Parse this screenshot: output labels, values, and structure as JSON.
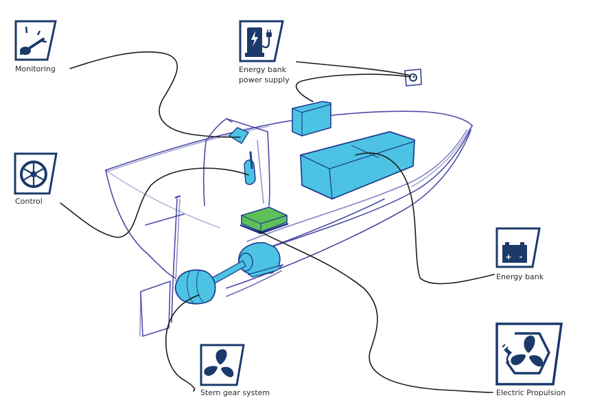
{
  "title": "Electric boat system sketch",
  "colors": {
    "icon_navy": "#1b3a6b",
    "component_cyan": "#4cc3e3",
    "component_cyan_dark": "#1f6fb0",
    "component_green": "#5dc05a",
    "sketch_purple": "#4a4aa8",
    "leader_line": "#1a1a1a"
  },
  "callouts": [
    {
      "id": "monitoring",
      "label": "Monitoring",
      "icon": "gauge-icon"
    },
    {
      "id": "energy-bank-power-supply",
      "label_line1": "Energy bank",
      "label_line2": "power supply",
      "icon": "charging-station-icon"
    },
    {
      "id": "control",
      "label": "Control",
      "icon": "steering-wheel-icon"
    },
    {
      "id": "energy-bank",
      "label": "Energy bank",
      "icon": "battery-icon",
      "battery_plus": "+",
      "battery_minus": "-"
    },
    {
      "id": "electric-propulsion",
      "label": "Electric Propulsion",
      "icon": "electric-propeller-icon"
    },
    {
      "id": "stern-gear-system",
      "label": "Stern gear system",
      "icon": "propeller-icon"
    }
  ],
  "components": [
    {
      "id": "monitoring-display",
      "fill": "cyan"
    },
    {
      "id": "throttle-lever",
      "fill": "cyan"
    },
    {
      "id": "charger-unit",
      "fill": "cyan"
    },
    {
      "id": "battery-pack",
      "fill": "cyan"
    },
    {
      "id": "controller-box",
      "fill": "green"
    },
    {
      "id": "electric-motor",
      "fill": "cyan"
    },
    {
      "id": "propeller-hub",
      "fill": "cyan"
    },
    {
      "id": "shore-power-socket",
      "fill": "white"
    }
  ]
}
